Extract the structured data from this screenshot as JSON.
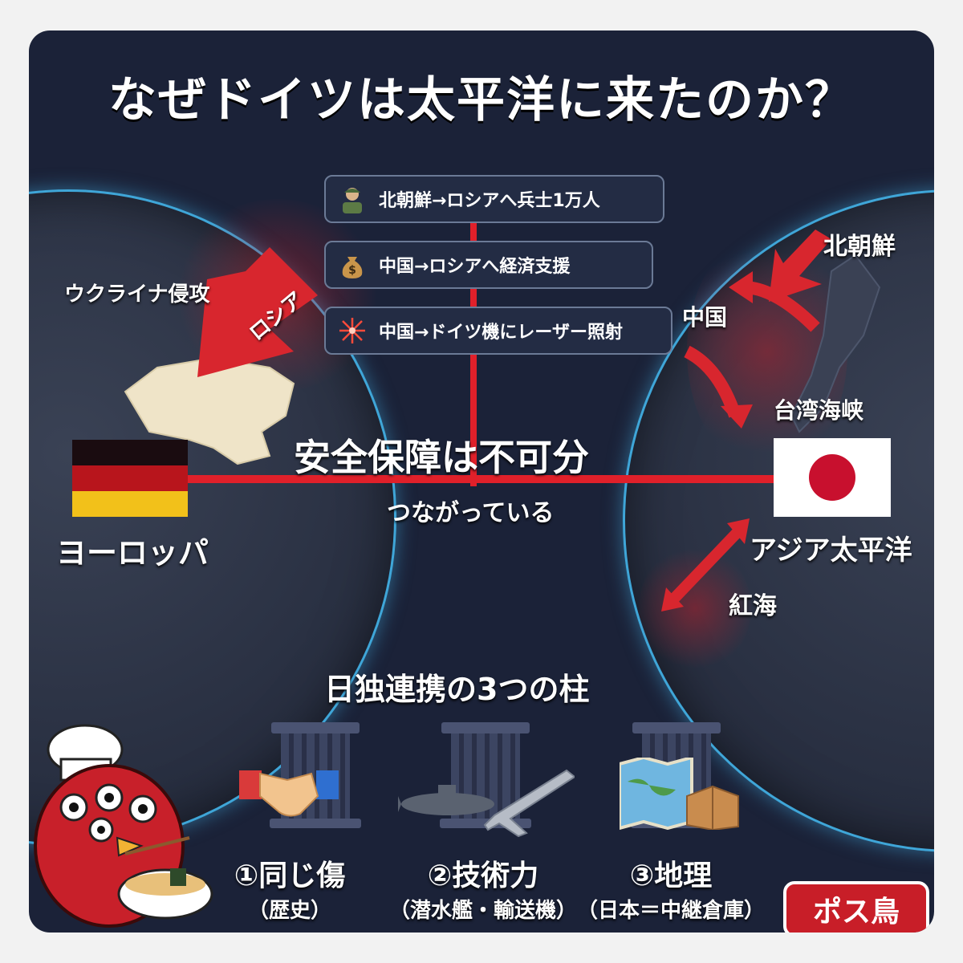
{
  "title": "なぜドイツは太平洋に来たのか？",
  "info_boxes": [
    {
      "icon": "soldier-icon",
      "text": "北朝鮮→ロシアへ兵士1万人"
    },
    {
      "icon": "money-bag-icon",
      "text": "中国→ロシアへ経済支援"
    },
    {
      "icon": "laser-icon",
      "text": "中国→ドイツ機にレーザー照射"
    }
  ],
  "left_map": {
    "ukraine_label": "ウクライナ侵攻",
    "russia_label": "ロシア",
    "region_label": "ヨーロッパ"
  },
  "center": {
    "headline": "安全保障は不可分",
    "subline": "つながっている"
  },
  "right_map": {
    "north_korea_label": "北朝鮮",
    "china_label": "中国",
    "taiwan_label": "台湾海峡",
    "region_label": "アジア太平洋",
    "red_sea_label": "紅海"
  },
  "pillars": {
    "heading": "日独連携の3つの柱",
    "items": [
      {
        "icon": "handshake-icon",
        "label": "①同じ傷",
        "sub": "（歴史）"
      },
      {
        "icon": "submarine-plane-icon",
        "label": "②技術力",
        "sub": "（潜水艦・輸送機）"
      },
      {
        "icon": "map-box-icon",
        "label": "③地理",
        "sub": "（日本＝中継倉庫）"
      }
    ]
  },
  "brand": "ポス鳥",
  "colors": {
    "background": "#1b2238",
    "accent_red": "#e0202a",
    "globe_edge": "#3fa6d8"
  }
}
